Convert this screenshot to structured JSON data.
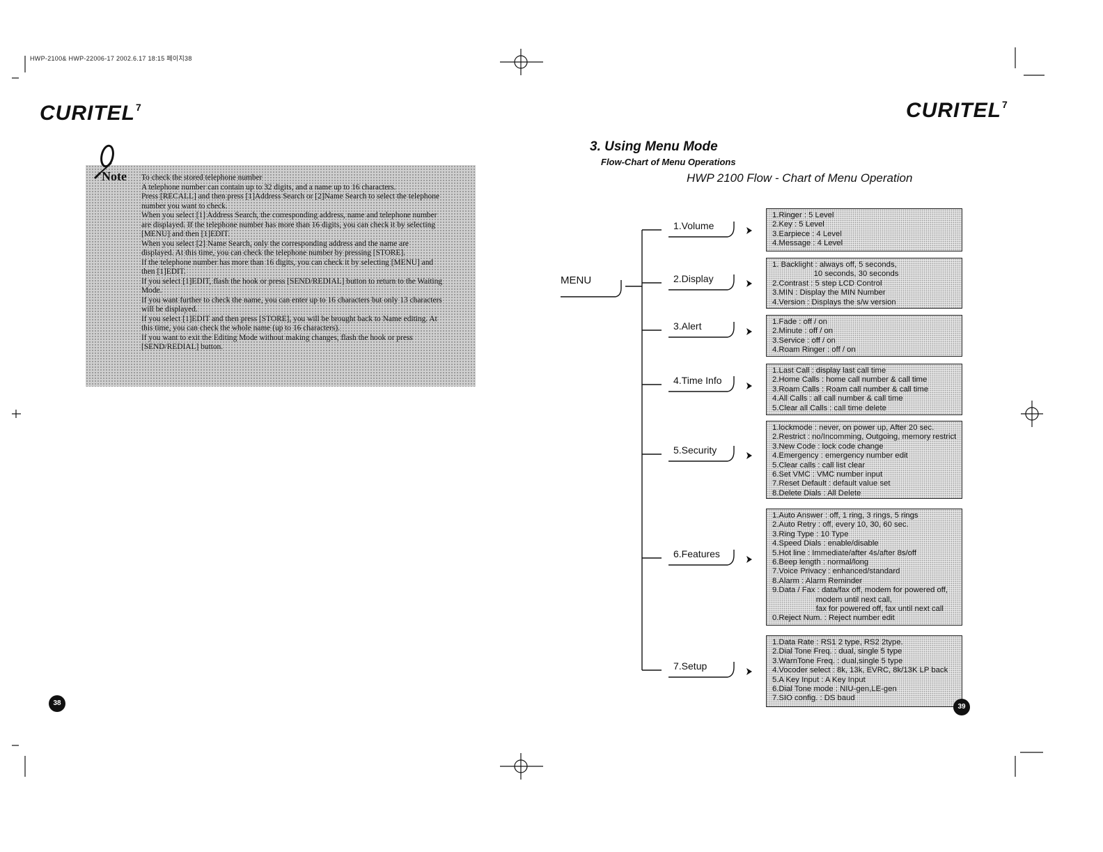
{
  "header_line": "HWP-2100& HWP-22006-17  2002.6.17 18:15 페이지38",
  "brand": {
    "name": "CURITEL",
    "mark": "7"
  },
  "note": {
    "label": "Note",
    "lines": [
      "To check the stored telephone number",
      "A telephone number can contain up to 32 digits, and a name up to 16 characters.",
      "Press [RECALL] and then press [1]Address Search or [2]Name Search to select the telephone",
      "number you want to check.",
      "When you select [1] Address Search, the corresponding address, name and telephone number",
      "are displayed. If the telephone number has more than 16 digits, you can check it by selecting",
      "[MENU] and then [1]EDIT.",
      "When you select [2] Name Search, only the corresponding address and the name are",
      "displayed.   At this time, you can check the telephone number by pressing [STORE].",
      "If the telephone number has more than 16 digits, you can check it by selecting [MENU] and",
      "then [1]EDIT.",
      "If you select [1]EDIT, flash the hook or press [SEND/REDIAL] button to return to the Waiting",
      "Mode.",
      "If you want further to check the name, you can enter up to 16 characters but only 13 characters",
      "will be displayed.",
      "If you select [1]EDIT and then press [STORE], you will be brought back to Name editing. At",
      "this time, you can check the whole name (up to 16 characters).",
      "If you want to exit the Editing Mode without making changes, flash the hook or press",
      "[SEND/REDIAL] button."
    ]
  },
  "section": {
    "title": "3. Using Menu Mode",
    "subtitle": "Flow-Chart of Menu Operations",
    "chart_title": "HWP 2100 Flow - Chart of Menu Operation"
  },
  "menu_root": "MENU",
  "menu_items": [
    {
      "label": "1.Volume",
      "lines": [
        "1.Ringer : 5 Level",
        "2.Key : 5 Level",
        "3.Earpiece : 4 Level",
        "4.Message : 4 Level"
      ]
    },
    {
      "label": "2.Display",
      "lines": [
        "1. Backlight : always off, 5 seconds,",
        "                   10 seconds, 30 seconds",
        "2.Contrast : 5 step LCD Control",
        "3.MIN : Display the MIN Number",
        "4.Version : Displays the s/w version"
      ]
    },
    {
      "label": "3.Alert",
      "lines": [
        "1.Fade : off / on",
        "2.Minute : off / on",
        "3.Service : off / on",
        "4.Roam Ringer : off / on"
      ]
    },
    {
      "label": "4.Time Info",
      "lines": [
        "1.Last Call : display last call time",
        "2.Home Calls : home call number & call time",
        "3.Roam Calls : Roam call number & call time",
        "4.All Calls : all call number & call time",
        "5.Clear all Calls : call time delete"
      ]
    },
    {
      "label": "5.Security",
      "lines": [
        "1.lockmode : never, on power up, After 20 sec.",
        "2.Restrict : no/Incomming, Outgoing, memory restrict",
        "3.New Code : lock code change",
        "4.Emergency : emergency number edit",
        "5.Clear calls : call list clear",
        "6.Set VMC : VMC number input",
        "7.Reset Default : default value set",
        "8.Delete Dials : All Delete"
      ]
    },
    {
      "label": "6.Features",
      "lines": [
        "1.Auto Answer : off, 1 ring, 3 rings, 5 rings",
        "2.Auto Retry : off, every 10, 30, 60 sec.",
        "3.Ring Type : 10 Type",
        "4.Speed Dials : enable/disable",
        "5.Hot line : Immediate/after 4s/after 8s/off",
        "6.Beep length : normal/long",
        "7.Voice Privacy : enhanced/standard",
        "8.Alarm : Alarm Reminder",
        "9.Data / Fax : data/fax off, modem for powered off,",
        "                    modem until next call,",
        "                    fax for powered off, fax until next call",
        "0.Reject Num. : Reject number edit"
      ]
    },
    {
      "label": "7.Setup",
      "lines": [
        "1.Data Rate : RS1 2 type, RS2 2type.",
        "2.Dial Tone Freq. : dual, single 5 type",
        "3.WarnTone Freq. : dual,single 5 type",
        "4.Vocoder select : 8k, 13k, EVRC, 8k/13K LP back",
        "5.A Key Input : A Key Input",
        "6.Dial Tone mode : NIU-gen,LE-gen",
        "7.SIO config. : DS baud"
      ]
    }
  ],
  "page_numbers": {
    "left": "38",
    "right": "39"
  }
}
